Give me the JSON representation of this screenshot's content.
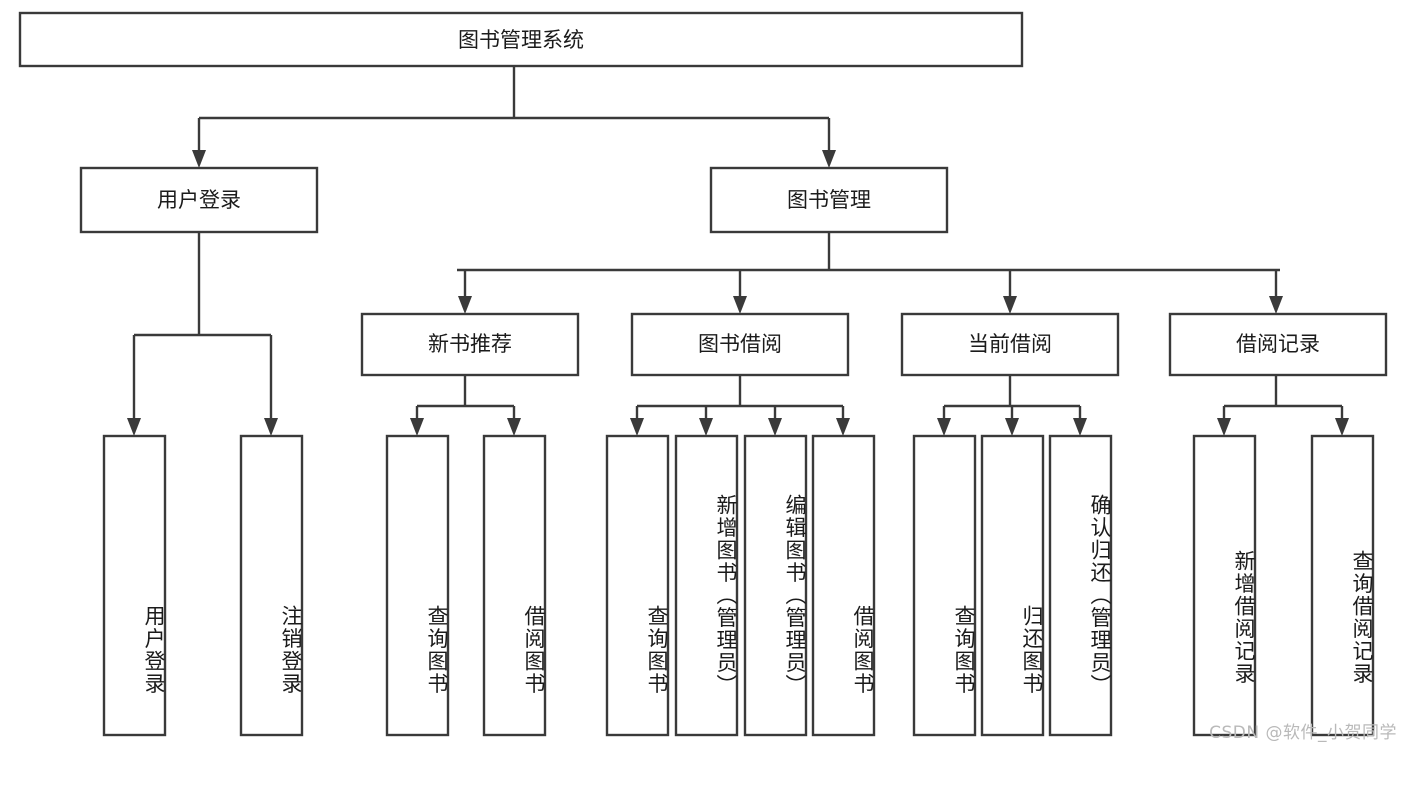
{
  "diagram": {
    "title": "图书管理系统",
    "type": "hierarchy-tree",
    "watermark": "CSDN @软件_小贺同学",
    "levels": {
      "root": {
        "id": "root",
        "label": "图书管理系统",
        "orientation": "horizontal"
      },
      "level2": [
        {
          "id": "user-login",
          "label": "用户登录",
          "orientation": "horizontal"
        },
        {
          "id": "book-manage",
          "label": "图书管理",
          "orientation": "horizontal"
        }
      ],
      "level3": [
        {
          "id": "new-book-recommend",
          "label": "新书推荐",
          "orientation": "horizontal",
          "parent": "book-manage"
        },
        {
          "id": "book-borrow",
          "label": "图书借阅",
          "orientation": "horizontal",
          "parent": "book-manage"
        },
        {
          "id": "current-borrow",
          "label": "当前借阅",
          "orientation": "horizontal",
          "parent": "book-manage"
        },
        {
          "id": "borrow-record",
          "label": "借阅记录",
          "orientation": "horizontal",
          "parent": "book-manage"
        }
      ],
      "leaves": [
        {
          "id": "leaf-user-login",
          "label": "用户登录",
          "orientation": "vertical",
          "parent": "user-login"
        },
        {
          "id": "leaf-logout-login",
          "label": "注销登录",
          "orientation": "vertical",
          "parent": "user-login"
        },
        {
          "id": "leaf-query-book-1",
          "label": "查询图书",
          "orientation": "vertical",
          "parent": "new-book-recommend"
        },
        {
          "id": "leaf-borrow-book-1",
          "label": "借阅图书",
          "orientation": "vertical",
          "parent": "new-book-recommend"
        },
        {
          "id": "leaf-query-book-2",
          "label": "查询图书",
          "orientation": "vertical",
          "parent": "book-borrow"
        },
        {
          "id": "leaf-add-book",
          "label": "新增图书（管理员）",
          "orientation": "vertical",
          "parent": "book-borrow"
        },
        {
          "id": "leaf-edit-book",
          "label": "编辑图书（管理员）",
          "orientation": "vertical",
          "parent": "book-borrow"
        },
        {
          "id": "leaf-borrow-book-2",
          "label": "借阅图书",
          "orientation": "vertical",
          "parent": "book-borrow"
        },
        {
          "id": "leaf-query-book-3",
          "label": "查询图书",
          "orientation": "vertical",
          "parent": "current-borrow"
        },
        {
          "id": "leaf-return-book",
          "label": "归还图书",
          "orientation": "vertical",
          "parent": "current-borrow"
        },
        {
          "id": "leaf-confirm-return",
          "label": "确认归还（管理员）",
          "orientation": "vertical",
          "parent": "current-borrow"
        },
        {
          "id": "leaf-add-record",
          "label": "新增借阅记录",
          "orientation": "vertical",
          "parent": "borrow-record"
        },
        {
          "id": "leaf-query-record",
          "label": "查询借阅记录",
          "orientation": "vertical",
          "parent": "borrow-record"
        }
      ]
    },
    "colors": {
      "box_stroke": "#3a3a3a",
      "box_fill": "#ffffff",
      "text": "#1b1b1b",
      "connector": "#3a3a3a",
      "watermark": "#b9b9b9",
      "background": "#ffffff"
    }
  }
}
